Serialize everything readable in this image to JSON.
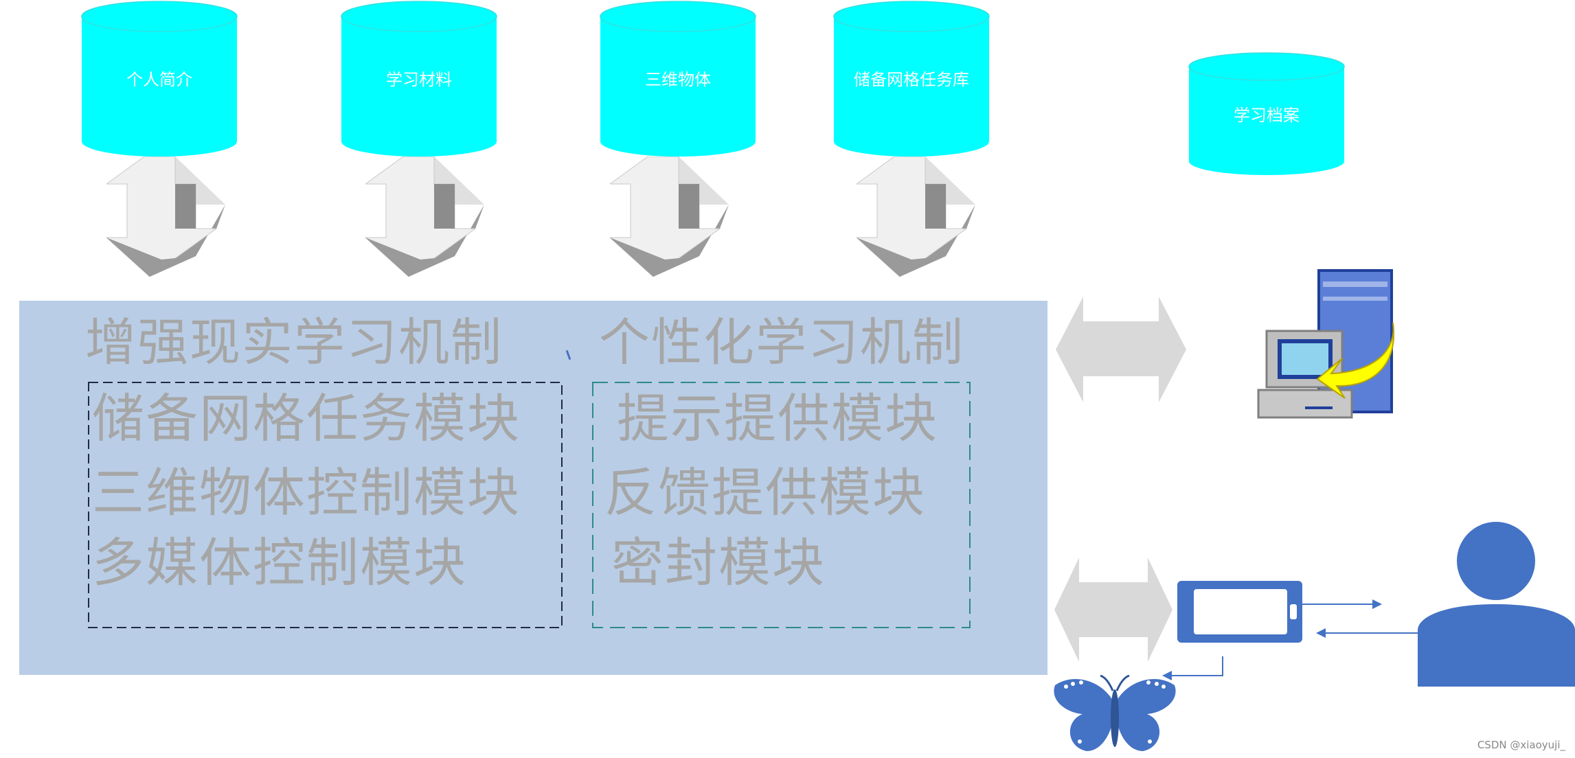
{
  "databases": [
    {
      "label": "个人简介"
    },
    {
      "label": "学习材料"
    },
    {
      "label": "三维物体"
    },
    {
      "label": "储备网格任务库"
    }
  ],
  "archive": {
    "label": "学习档案"
  },
  "mechanisms": {
    "ar": {
      "title": "增强现实学习机制",
      "modules": [
        "储备网格任务模块",
        "三维物体控制模块",
        "多媒体控制模块"
      ]
    },
    "personal": {
      "title": "个性化学习机制",
      "modules": [
        "提示提供模块",
        "反馈提供模块",
        "密封模块"
      ]
    }
  },
  "icons": [
    "database-cylinder-icon",
    "bidirectional-3d-arrow-icon",
    "computer-server-icon",
    "mobile-phone-icon",
    "user-icon",
    "butterfly-icon"
  ],
  "colors": {
    "cylinder": "#00ffff",
    "panel": "#b9cde6",
    "module_text": "#a6a6a6",
    "icon_blue": "#4472c4",
    "arrow_gray": "#d9d9d9"
  },
  "watermark": "CSDN @xiaoyuji_"
}
